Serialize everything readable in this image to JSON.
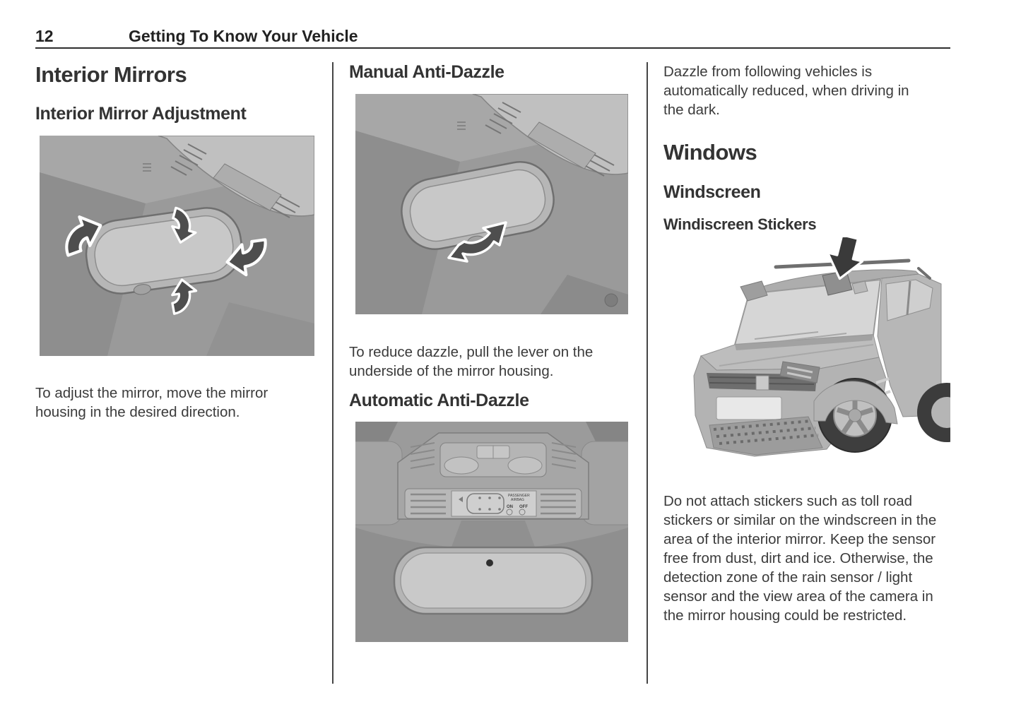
{
  "header": {
    "page_number": "12",
    "chapter_title": "Getting To Know Your Vehicle"
  },
  "left_column": {
    "section_heading": "Interior Mirrors",
    "sub_heading": "Interior Mirror Adjustment",
    "body": "To adjust the mirror, move the mirror housing in the desired direction."
  },
  "middle_column": {
    "manual_heading": "Manual Anti-Dazzle",
    "manual_body": "To reduce dazzle, pull the lever on the underside of the mirror housing.",
    "auto_heading": "Automatic Anti-Dazzle"
  },
  "right_column": {
    "intro_body": "Dazzle from following vehicles is automatically reduced, when driving in the dark.",
    "section_heading": "Windows",
    "sub_heading": "Windscreen",
    "sub_sub_heading": "Windiscreen Stickers",
    "body": "Do not attach stickers such as toll road stickers or similar on the windscreen in the area of the interior mirror. Keep the sensor free from dust, dirt and ice. Otherwise, the detection zone of the rain sensor / light sensor and the view area of the camera in the mirror housing could be restricted."
  },
  "figures": {
    "automatic_console_labels": {
      "airbag_line1": "PASSENGER",
      "airbag_line2": "AIRBAG",
      "on": "ON",
      "off": "OFF"
    }
  },
  "colors": {
    "text": "#3a3a3a",
    "header_rule": "#2e2e2e",
    "column_divider": "#454545",
    "figure_background": "#9a9a9a",
    "arrow_fill": "#4e4e4e",
    "arrow_outline": "#ffffff"
  }
}
